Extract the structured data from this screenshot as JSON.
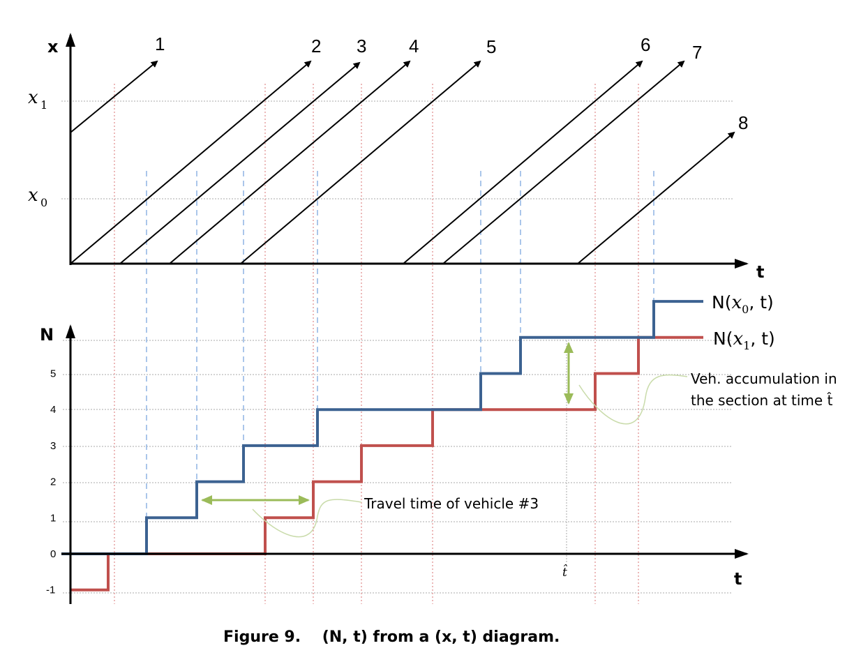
{
  "top_diagram": {
    "y_axis_label": "x",
    "x_axis_label": "t",
    "levels": [
      {
        "symbol": "x",
        "sub": "1"
      },
      {
        "symbol": "x",
        "sub": "0"
      }
    ],
    "vehicles": [
      "1",
      "2",
      "3",
      "4",
      "5",
      "6",
      "7",
      "8"
    ]
  },
  "bottom_diagram": {
    "y_axis_label": "N",
    "x_axis_label": "t",
    "y_ticks": [
      "5",
      "4",
      "3",
      "2",
      "1",
      "0",
      "-1"
    ],
    "t_hat_label": "t̂",
    "curve_x0": {
      "label_prefix": "N(",
      "symbol": "x",
      "sub": "0",
      "label_suffix": ", t)",
      "color": "#3c6291",
      "values": [
        0,
        1,
        2,
        3,
        4,
        5,
        6,
        7
      ]
    },
    "curve_x1": {
      "label_prefix": "N(",
      "symbol": "x",
      "sub": "1",
      "label_suffix": ", t)",
      "color": "#c0504d",
      "values": [
        -1,
        0,
        1,
        2,
        3,
        4,
        5,
        6
      ]
    },
    "annotation_travel_time": "Travel time of vehicle #3",
    "annotation_accumulation_line1": "Veh. accumulation in",
    "annotation_accumulation_line2": "the section at time t̂",
    "annotation_color": "#9bbb59"
  },
  "caption": "Figure 9.    (N, t) from a (x, t) diagram."
}
